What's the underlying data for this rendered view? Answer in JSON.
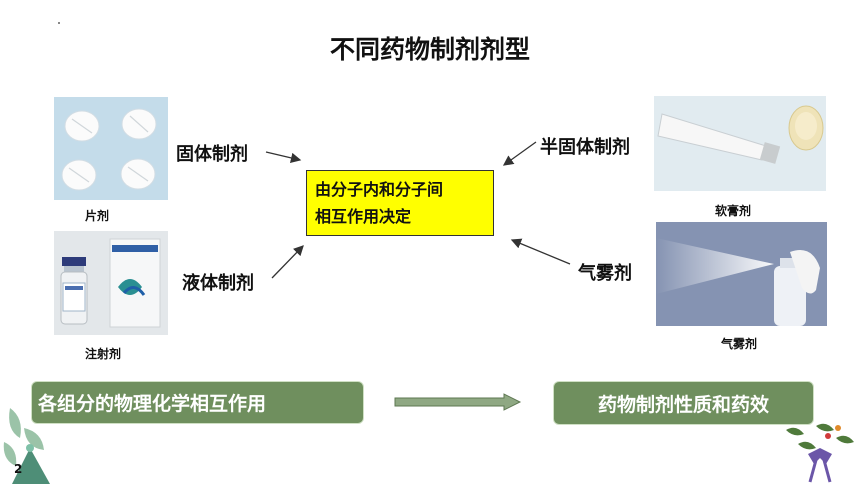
{
  "slide": {
    "title": "不同药物制剂剂型",
    "page_number": "2",
    "center_text_line1": "由分子内和分子间",
    "center_text_line2": "相互作用决定",
    "labels": {
      "solid": "固体制剂",
      "liquid": "液体制剂",
      "semisolid": "半固体制剂",
      "aerosol": "气雾剂"
    },
    "captions": {
      "tablet": "片剂",
      "injection": "注射剂",
      "ointment": "软膏剂",
      "aerosol": "气雾剂"
    },
    "bottom_left_box": "各组分的物理化学相互作用",
    "bottom_right_box": "药物制剂性质和药效",
    "colors": {
      "highlight": "#ffff00",
      "box_green": "#6f8f5e",
      "arrow": "#333333"
    }
  }
}
